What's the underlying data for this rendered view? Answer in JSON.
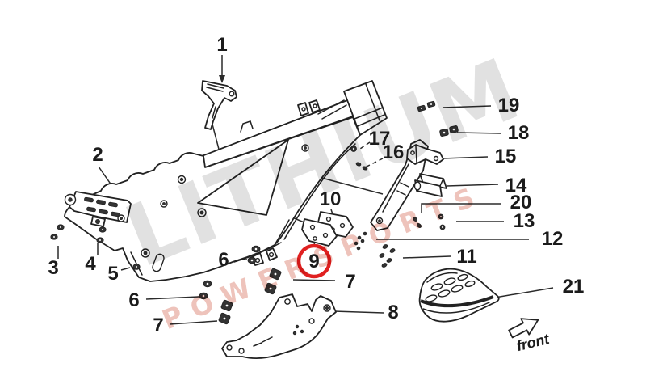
{
  "diagram": {
    "type": "exploded-parts-diagram",
    "subject": "frame-assembly",
    "highlight": {
      "part": "9"
    }
  },
  "colors": {
    "background": "#ffffff",
    "line": "#222222",
    "highlight": "#e02020",
    "watermark_gray": "#c9c9c9",
    "watermark_red": "#dd8878"
  },
  "watermark": {
    "line1": "LITHIUM",
    "line2": "POWERSPORTS"
  },
  "front_label": "front",
  "callouts": [
    {
      "id": "1",
      "label": "1"
    },
    {
      "id": "2",
      "label": "2"
    },
    {
      "id": "3",
      "label": "3"
    },
    {
      "id": "4",
      "label": "4"
    },
    {
      "id": "5",
      "label": "5"
    },
    {
      "id": "6a",
      "label": "6"
    },
    {
      "id": "6b",
      "label": "6"
    },
    {
      "id": "7a",
      "label": "7"
    },
    {
      "id": "7b",
      "label": "7"
    },
    {
      "id": "8",
      "label": "8"
    },
    {
      "id": "9",
      "label": "9"
    },
    {
      "id": "10",
      "label": "10"
    },
    {
      "id": "11",
      "label": "11"
    },
    {
      "id": "12",
      "label": "12"
    },
    {
      "id": "13",
      "label": "13"
    },
    {
      "id": "14",
      "label": "14"
    },
    {
      "id": "15",
      "label": "15"
    },
    {
      "id": "16",
      "label": "16"
    },
    {
      "id": "17",
      "label": "17"
    },
    {
      "id": "18",
      "label": "18"
    },
    {
      "id": "19",
      "label": "19"
    },
    {
      "id": "20",
      "label": "20"
    },
    {
      "id": "21",
      "label": "21"
    }
  ]
}
